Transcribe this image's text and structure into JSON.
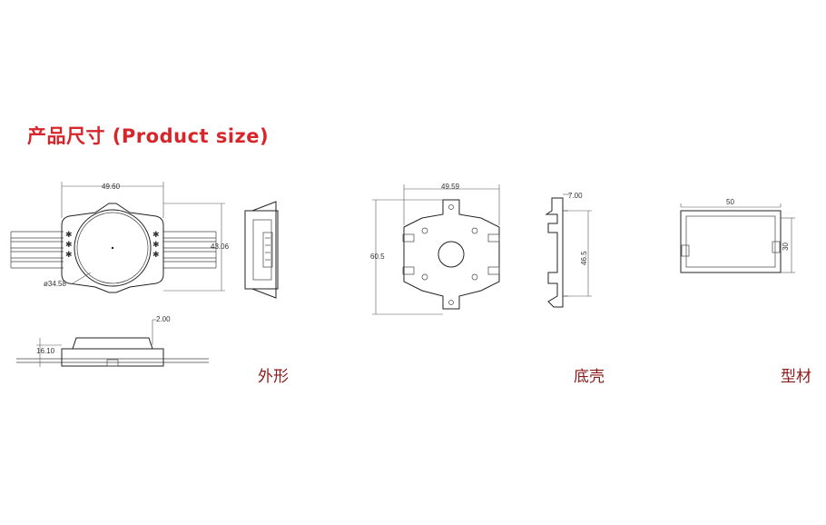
{
  "title": "产品尺寸 (Product size)",
  "captions": {
    "outline": "外形",
    "base": "底壳",
    "profile": "型材"
  },
  "dimensions": {
    "outline_width": "49.60",
    "outline_height": "43.06",
    "outline_diameter": "ø34.58",
    "outline_lip": "2.00",
    "outline_thickness": "16.10",
    "base_width": "49.59",
    "base_height": "60.5",
    "side_top": "7.00",
    "side_height": "46.5",
    "profile_width": "50",
    "profile_height": "30"
  },
  "colors": {
    "title": "#d7262b",
    "caption": "#8b1a1a",
    "line": "#222222"
  }
}
